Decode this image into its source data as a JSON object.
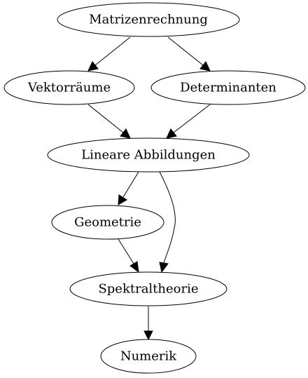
{
  "graph": {
    "nodes": {
      "matrizenrechnung": "Matrizenrechnung",
      "vektorraeume": "Vektorräume",
      "determinanten": "Determinanten",
      "lineare_abbildungen": "Lineare Abbildungen",
      "geometrie": "Geometrie",
      "spektraltheorie": "Spektraltheorie",
      "numerik": "Numerik"
    },
    "edges": [
      {
        "from": "matrizenrechnung",
        "to": "vektorraeume"
      },
      {
        "from": "matrizenrechnung",
        "to": "determinanten"
      },
      {
        "from": "vektorraeume",
        "to": "lineare_abbildungen"
      },
      {
        "from": "determinanten",
        "to": "lineare_abbildungen"
      },
      {
        "from": "lineare_abbildungen",
        "to": "geometrie"
      },
      {
        "from": "lineare_abbildungen",
        "to": "spektraltheorie"
      },
      {
        "from": "geometrie",
        "to": "spektraltheorie"
      },
      {
        "from": "spektraltheorie",
        "to": "numerik"
      }
    ]
  }
}
